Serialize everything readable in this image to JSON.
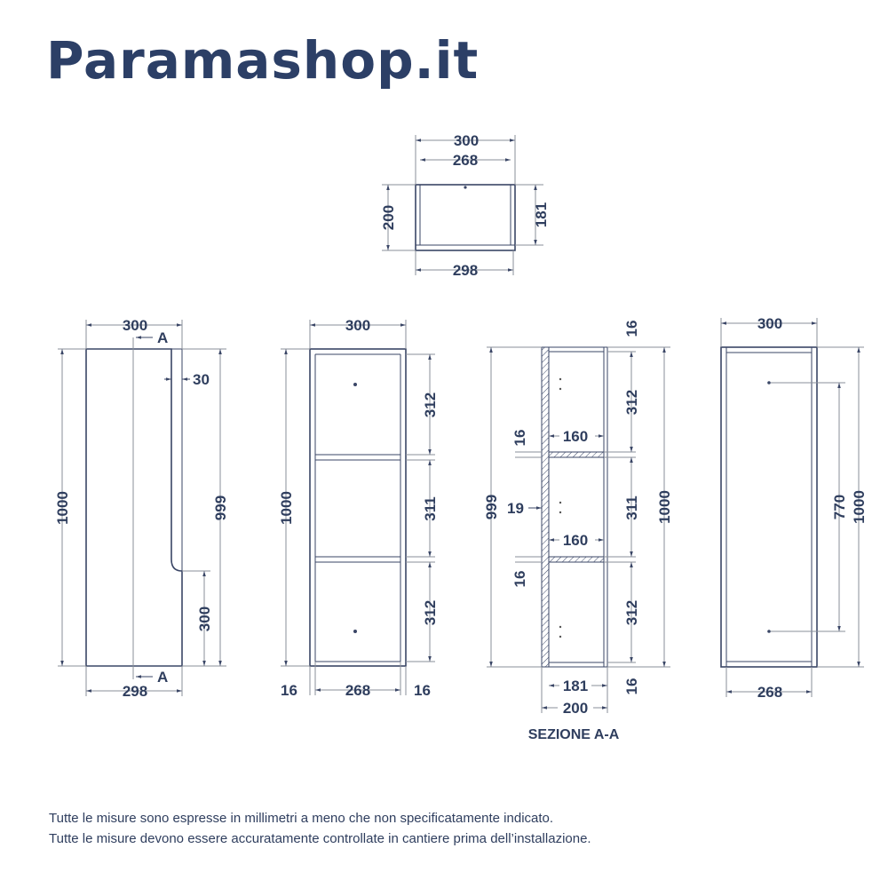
{
  "logo": "Paramashop.it",
  "top_view": {
    "w_outer": "300",
    "w_inner": "268",
    "depth": "200",
    "depth_inner": "181",
    "w_bottom": "298"
  },
  "side_view": {
    "width": "300",
    "height": "1000",
    "height_right": "999",
    "lip": "30",
    "step_height": "300",
    "bottom_width": "298",
    "section_mark": "A"
  },
  "front_view": {
    "width": "300",
    "height": "1000",
    "comp1": "312",
    "comp2": "311",
    "comp3": "312",
    "side_left": "16",
    "inner_width": "268",
    "side_right": "16"
  },
  "section_view": {
    "height_left": "999",
    "height_right": "1000",
    "top": "16",
    "comp1": "312",
    "comp2": "311",
    "comp3": "312",
    "bottom": "16",
    "shelf1": "16",
    "shelf2": "16",
    "shelf_depth1": "160",
    "shelf_depth2": "160",
    "back": "19",
    "inner_depth": "181",
    "depth": "200",
    "label": "SEZIONE A-A"
  },
  "back_view": {
    "width": "300",
    "height": "1000",
    "hole_spacing": "770",
    "inner_width": "268"
  },
  "footer": {
    "line1": "Tutte le misure sono espresse in millimetri a meno che non specificatamente indicato.",
    "line2": "Tutte le misure devono essere accuratamente controllate in cantiere prima dell’installazione."
  }
}
